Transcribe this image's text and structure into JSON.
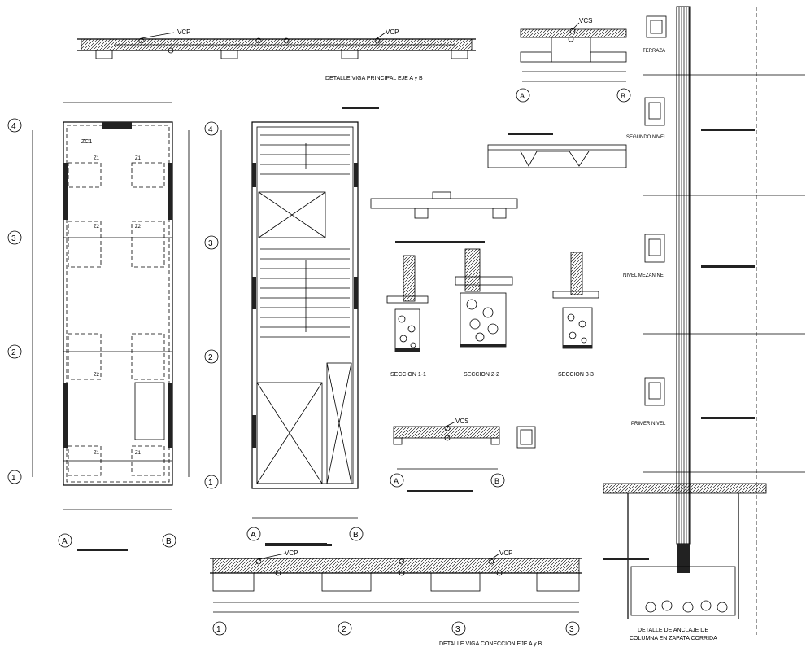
{
  "grid_marks": {
    "plan_rows": [
      "4",
      "3",
      "2",
      "1"
    ],
    "plan_cols": [
      "A",
      "B"
    ],
    "bottom_cols": [
      "1",
      "2",
      "3",
      "3"
    ],
    "section_cols": [
      "A",
      "B"
    ]
  },
  "labels": {
    "vcp": "VCP",
    "vcs": "VCS",
    "zc1": "ZC1",
    "z1": "Z1",
    "z2": "Z2",
    "title_main_beam": "DETALLE VIGA PRINCIPAL EJE  A y B",
    "title_connection_beam": "DETALLE VIGA CONECCION EJE  A y B",
    "title_anchor_line1": "DETALLE DE ANCLAJE DE",
    "title_anchor_line2": "COLUMNA EN ZAPATA CORRIDA",
    "seccion_1": "SECCION  1-1",
    "seccion_2": "SECCION  2-2",
    "seccion_3": "SECCION  3-3",
    "terraza": "TERRAZA",
    "segundo_nivel": "SEGUNDO NIVEL",
    "nivel_mezanine": "NIVEL MEZANINE",
    "primer_nivel": "PRIMER NIVEL"
  }
}
